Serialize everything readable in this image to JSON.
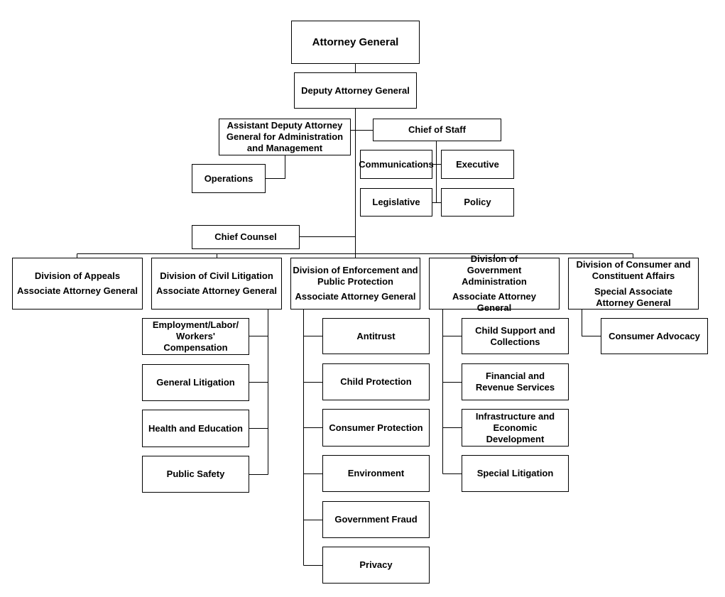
{
  "nodes": {
    "attorney_general": "Attorney General",
    "deputy_ag": "Deputy Attorney General",
    "asst_deputy_ag": "Assistant Deputy Attorney General for Administration and Management",
    "operations": "Operations",
    "chief_of_staff": "Chief of Staff",
    "communications": "Communications",
    "executive": "Executive",
    "legislative": "Legislative",
    "policy": "Policy",
    "chief_counsel": "Chief Counsel",
    "appeals": {
      "name": "Division of Appeals",
      "title": "Associate Attorney General"
    },
    "civil_litigation": {
      "name": "Division of Civil Litigation",
      "title": "Associate Attorney General"
    },
    "enforcement": {
      "name": "Division of Enforcement and Public Protection",
      "title": "Associate Attorney General"
    },
    "government_admin": {
      "name": "Division of Government Administration",
      "title": "Associate Attorney General"
    },
    "consumer_affairs": {
      "name": "Division of Consumer and Constituent Affairs",
      "title": "Special Associate Attorney General"
    },
    "employment_labor": "Employment/Labor/ Workers' Compensation",
    "general_litigation": "General Litigation",
    "health_education": "Health and Education",
    "public_safety": "Public Safety",
    "antitrust": "Antitrust",
    "child_protection": "Child Protection",
    "consumer_protection": "Consumer Protection",
    "environment": "Environment",
    "government_fraud": "Government Fraud",
    "privacy": "Privacy",
    "child_support": "Child Support and Collections",
    "financial_revenue": "Financial and Revenue Services",
    "infrastructure": "Infrastructure and Economic Development",
    "special_litigation": "Special Litigation",
    "consumer_advocacy": "Consumer Advocacy"
  }
}
